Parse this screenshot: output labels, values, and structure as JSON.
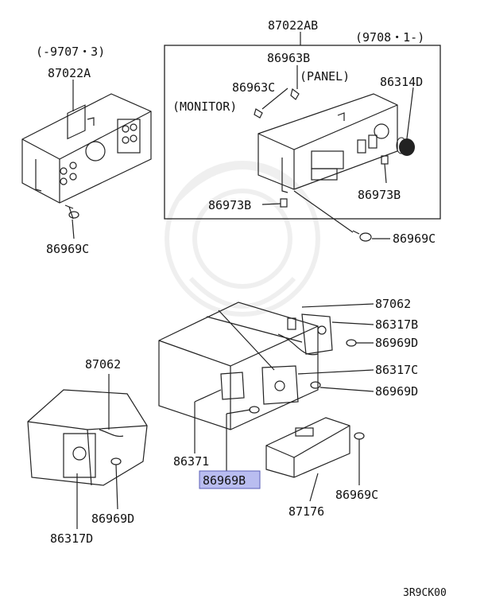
{
  "labels": {
    "p87022ab": "87022AB",
    "p9708": "(9708・1-)",
    "p9707": "(-9707・3)",
    "p87022a": "87022A",
    "p86963b": "86963B",
    "panel": "(PANEL)",
    "p86963c": "86963C",
    "monitor": "(MONITOR)",
    "p86314d": "86314D",
    "p86973b_1": "86973B",
    "p86973b_2": "86973B",
    "p86969c_1": "86969C",
    "p86969c_2": "86969C",
    "p87062_1": "87062",
    "p86317b": "86317B",
    "p86969d_1": "86969D",
    "p86317c": "86317C",
    "p86969d_2": "86969D",
    "p87062_2": "87062",
    "p86371": "86371",
    "p86969b": "86969B",
    "p87176": "87176",
    "p86969c_3": "86969C",
    "p86969d_3": "86969D",
    "p86317d": "86317D",
    "code": "3R9CK00"
  },
  "highlighted_part": "86969B",
  "colors": {
    "highlight": "#b9bdf0",
    "line": "#222222"
  }
}
